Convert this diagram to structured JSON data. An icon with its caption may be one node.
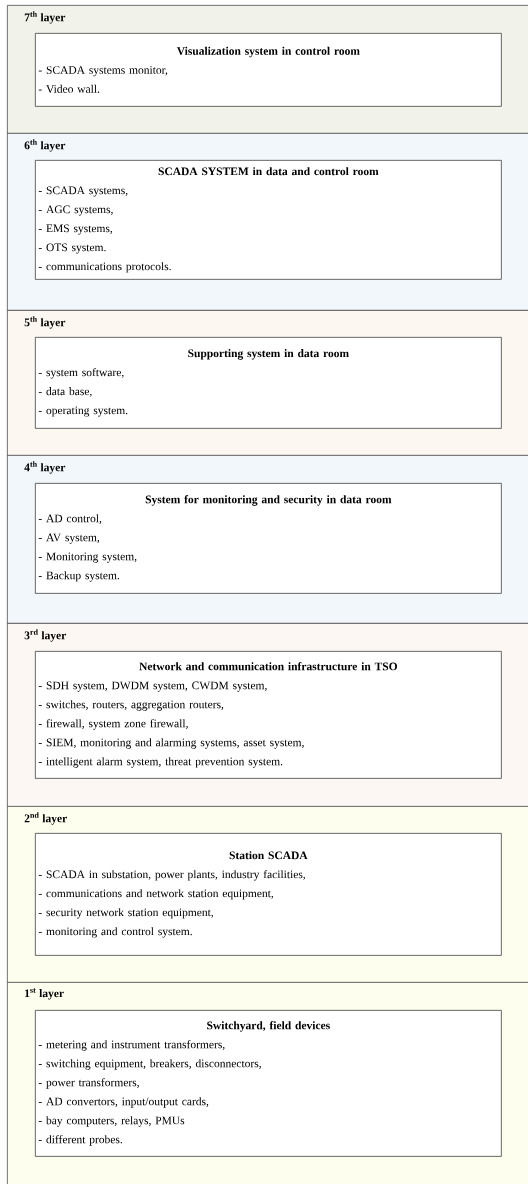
{
  "diagram": {
    "nodes": [
      {
        "text": [
          "7$^{th}$ layer"
        ]
      },
      {
        "text": [
          "Visualization system in control room",
          "- SCADA systems monitor,",
          "- Video wall."
        ],
        "in": 0
      },
      {
        "text": [
          "6$^{th}$ layer"
        ]
      },
      {
        "text": [
          "SCADA SYSTEM in data and control room",
          "- SCADA systems,",
          "- AGC systems,",
          "- EMS systems,",
          "- OTS system.",
          "- communications protocols."
        ],
        "in": 2
      },
      {
        "text": [
          "5$^{th}$ layer"
        ]
      },
      {
        "text": [
          "Supporting system in data room",
          "- system software,",
          "- data base,",
          "- operating system."
        ],
        "in": 4
      },
      {
        "text": [
          "4$^{th}$ layer"
        ]
      },
      {
        "text": [
          "System for monitoring and security in data room",
          "- AD control,",
          "- AV system,",
          "- Monitoring system,",
          "- Backup system."
        ],
        "in": 6
      },
      {
        "text": [
          "3$^{rd}$ layer"
        ]
      },
      {
        "text": [
          "Network and communication infrastructure in TSO",
          "- SDH system, DWDM system, CWDM system,",
          "- switches, routers, aggregation routers,",
          "- firewall, system zone firewall,",
          "- SIEM, monitoring and alarming systems, asset system,",
          "- intelligent alarm system, threat prevention system."
        ],
        "in": 8
      },
      {
        "text": [
          "2$^{nd}$ layer"
        ]
      },
      {
        "text": [
          "Station SCADA",
          "- SCADA in substation, power plants, industry facilities,",
          "- communications and network station equipment,",
          "- security network station equipment,",
          "- monitoring and control system."
        ],
        "in": 10
      },
      {
        "text": [
          "1$^{st}$ layer"
        ]
      },
      {
        "text": [
          "Switchyard, field devices",
          "- metering and instrument transformers,",
          "- switching equipment, breakers, disconnectors,",
          "- power transformers,",
          "- AD convertors, input/output cards,",
          "- bay computers, relays, PMUs",
          "- different probes."
        ],
        "in": 12
      }
    ]
  }
}
